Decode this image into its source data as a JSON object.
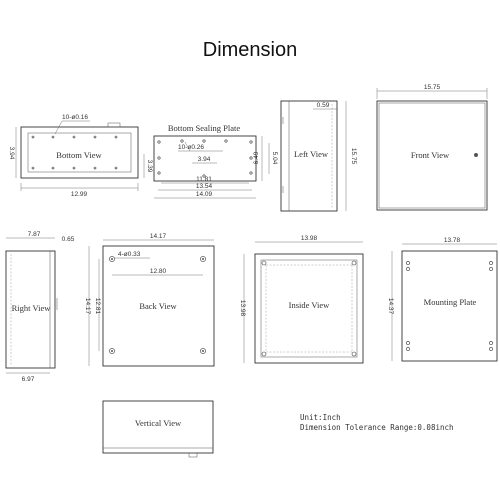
{
  "title": "Dimension",
  "views": {
    "bottom": {
      "label": "Bottom View",
      "hole": "10-ø0.16",
      "w": "12.99",
      "h": "3.94",
      "h2": "3.39"
    },
    "sealing": {
      "label": "Bottom Sealing Plate",
      "hole": "10-ø0.26",
      "d1": "3.94",
      "d2": "11.81",
      "d3": "13.54",
      "d4": "14.09",
      "h1": "6.49",
      "h2": "5.04"
    },
    "left": {
      "label": "Left View",
      "d1": "0.59",
      "h": "15.75"
    },
    "front": {
      "label": "Front View",
      "w": "15.75"
    },
    "right": {
      "label": "Right View",
      "d1": "7.87",
      "d2": "0.65",
      "d3": "6.97"
    },
    "back": {
      "label": "Back View",
      "w": "14.17",
      "hole": "4-ø0.33",
      "d2": "12.80",
      "h1": "14.17",
      "h2": "12.81"
    },
    "inside": {
      "label": "Inside View",
      "w": "13.98",
      "h": "13.98"
    },
    "mounting": {
      "label": "Mounting Plate",
      "w": "13.78",
      "h": "14.37"
    },
    "vertical": {
      "label": "Vertical View"
    }
  },
  "notes": {
    "unit": "Unit:Inch",
    "tolerance": "Dimension Tolerance Range:0.08inch"
  }
}
